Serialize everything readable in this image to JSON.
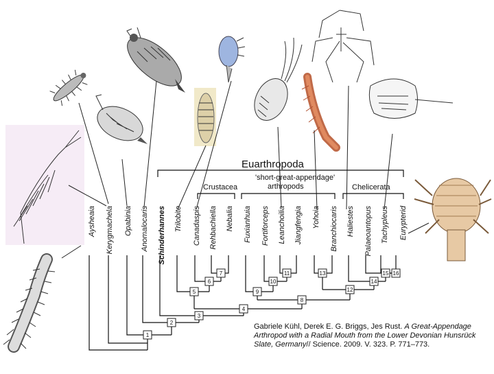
{
  "groups": {
    "euarthropoda": "Euarthropoda",
    "crustacea": "Crustacea",
    "sga_line1": "'short-great-appendage'",
    "sga_line2": "arthropods",
    "chelicerata": "Chelicerata"
  },
  "taxa": [
    {
      "name": "Aysheaia",
      "bold": false
    },
    {
      "name": "Kerygmachela",
      "bold": false
    },
    {
      "name": "Opabinia",
      "bold": false
    },
    {
      "name": "Anomalocaris",
      "bold": false
    },
    {
      "name": "Schinderhannes",
      "bold": true
    },
    {
      "name": "Trilobite",
      "bold": false
    },
    {
      "name": "Canadaspis",
      "bold": false
    },
    {
      "name": "Rehbachiella",
      "bold": false
    },
    {
      "name": "Nebalia",
      "bold": false
    },
    {
      "name": "Fuxianhuia",
      "bold": false
    },
    {
      "name": "Fortiforceps",
      "bold": false
    },
    {
      "name": "Leanchoilia",
      "bold": false
    },
    {
      "name": "Jiangfengia",
      "bold": false
    },
    {
      "name": "Yohoia",
      "bold": false
    },
    {
      "name": "Branchiocaris",
      "bold": false
    },
    {
      "name": "Haliestes",
      "bold": false
    },
    {
      "name": "Palaeoantopus",
      "bold": false
    },
    {
      "name": "Tachypleus",
      "bold": false
    },
    {
      "name": "Eurypterid",
      "bold": false
    }
  ],
  "nodes": [
    "1",
    "2",
    "3",
    "4",
    "5",
    "6",
    "7",
    "8",
    "9",
    "10",
    "11",
    "12",
    "13",
    "14",
    "15",
    "16"
  ],
  "citation": {
    "authors": "Gabriele Kühl, Derek E. G. Briggs, Jes Rust.",
    "title": "A Great-Appendage Arthropod with a Radial Mouth from the Lower Devonian Hunsrück Slate, Germany",
    "rest": "// Science. 2009. V. 323. P. 771–773."
  },
  "illustrations": [
    "onychophoran-worm-illustration",
    "aysheaia-illustration",
    "kerygmachela-illustration",
    "opabinia-illustration",
    "anomalocaris-illustration",
    "schinderhannes-illustration",
    "trilobite-illustration",
    "canadaspis-illustration",
    "leanchoilia-illustration",
    "yohoia-illustration",
    "haliestes-illustration",
    "tachypleus-illustration",
    "eurypterid-illustration"
  ]
}
